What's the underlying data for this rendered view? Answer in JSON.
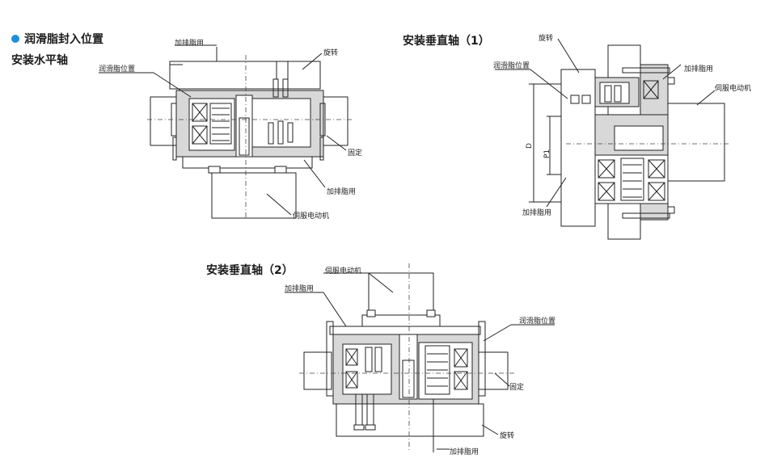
{
  "headings": {
    "lube_position": "润滑脂封入位置",
    "horizontal": "安装水平轴",
    "vertical1": "安装垂直轴（1）",
    "vertical2": "安装垂直轴（2）"
  },
  "labels": {
    "add_drain_grease": "加排脂用",
    "rotate": "旋转",
    "lube_grease_position": "润滑脂位置",
    "fixed": "固定",
    "servo_motor": "伺服电动机",
    "dim_D": "D",
    "dim_P1": "P1"
  },
  "colors": {
    "accent_dot": "#1e8fd6",
    "line": "#222222",
    "fill_grey": "#d8d8d8"
  }
}
